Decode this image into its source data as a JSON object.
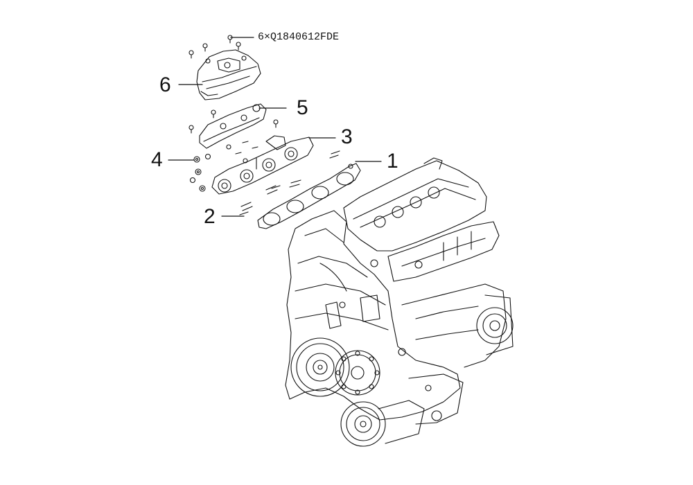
{
  "diagram": {
    "bolt_note": "6×Q1840612FDE",
    "callouts": [
      {
        "id": "1",
        "label": "1"
      },
      {
        "id": "2",
        "label": "2"
      },
      {
        "id": "3",
        "label": "3"
      },
      {
        "id": "4",
        "label": "4"
      },
      {
        "id": "5",
        "label": "5"
      },
      {
        "id": "6",
        "label": "6"
      }
    ]
  },
  "colors": {
    "line": "#111111",
    "background": "#ffffff"
  }
}
